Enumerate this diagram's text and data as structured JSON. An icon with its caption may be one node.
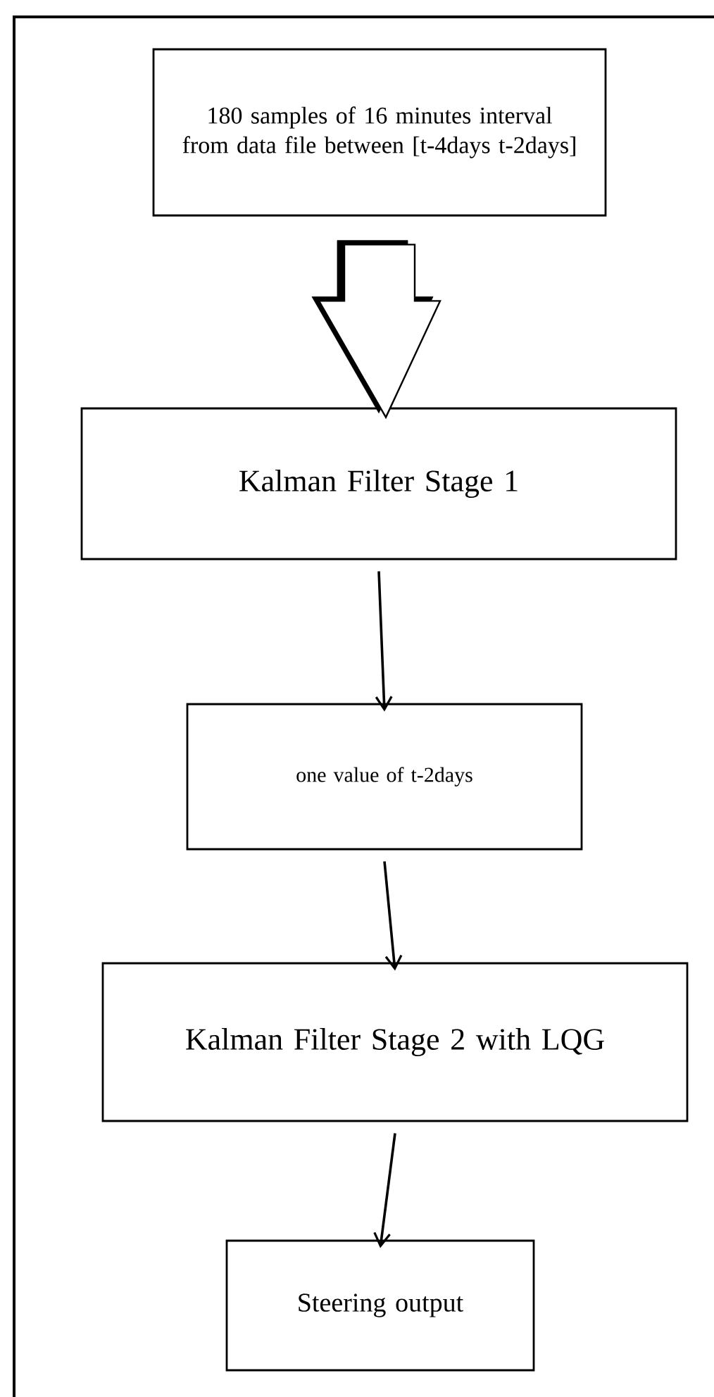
{
  "diagram": {
    "nodes": [
      {
        "text": [
          "180 samples of 16 minutes interval from data file between [t-4days t-2days]"
        ]
      },
      {
        "text": [
          "Kalman Filter Stage 1"
        ]
      },
      {
        "text": [
          "one value of  t-2days"
        ]
      },
      {
        "text": [
          "Kalman Filter Stage 2 with LQG"
        ]
      },
      {
        "text": [
          "Steering output"
        ]
      }
    ],
    "edges": [
      {
        "from": 0,
        "to": 1,
        "arrow": "to",
        "style": "thick"
      },
      {
        "from": 1,
        "to": 2,
        "arrow": "to"
      },
      {
        "from": 2,
        "to": 3,
        "arrow": "to"
      },
      {
        "from": 3,
        "to": 4,
        "arrow": "to"
      }
    ]
  }
}
